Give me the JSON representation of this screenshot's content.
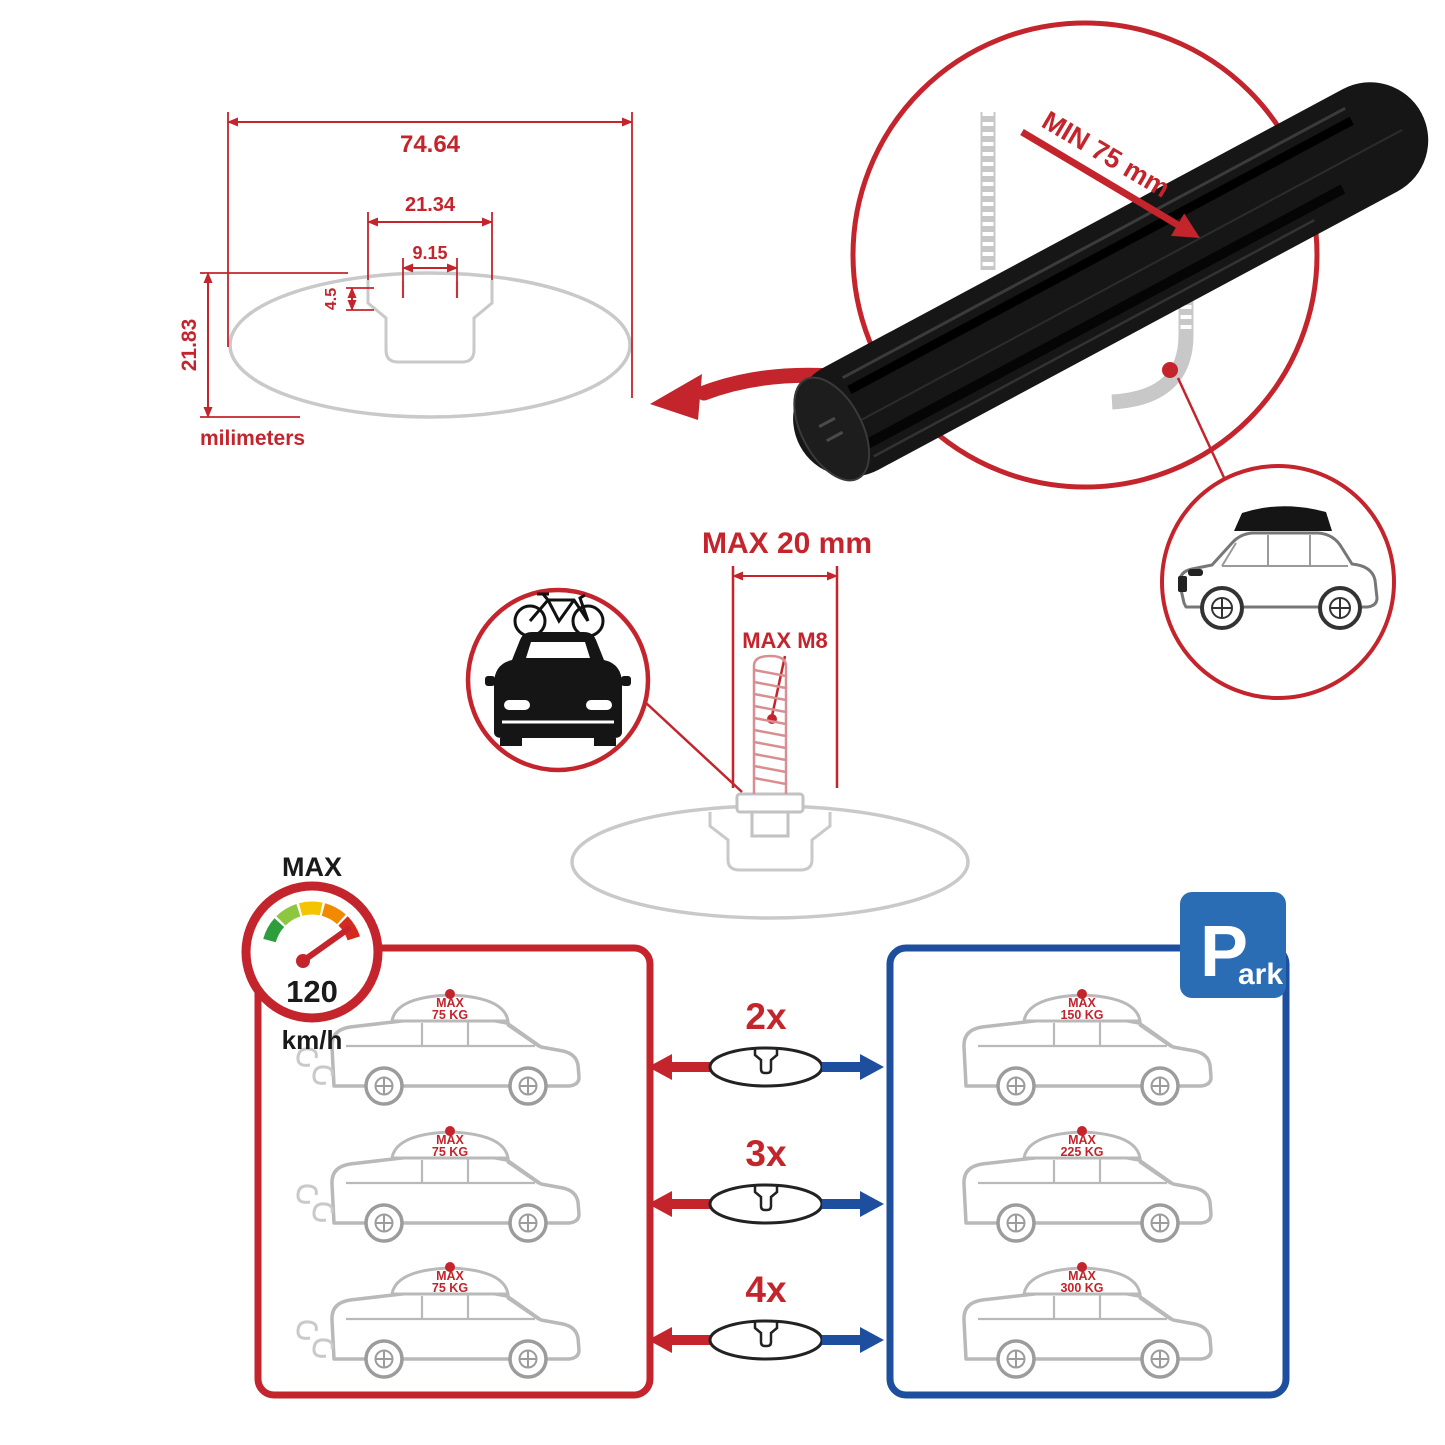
{
  "colors": {
    "accent_red": "#c4242b",
    "box_blue": "#1d4f9e",
    "park_sign_blue": "#2a6db5",
    "drawing_gray": "#c9c9c9",
    "bar_black": "#161616",
    "gauge_segments": [
      "#2e9e3c",
      "#8dc63f",
      "#f5c400",
      "#f18a00",
      "#d52b1e"
    ]
  },
  "profile": {
    "total_width": "74.64",
    "top_width": "21.34",
    "inner_width": "9.15",
    "lip_depth": "4.5",
    "height": "21.83",
    "units": "milimeters"
  },
  "clamp": {
    "min_grip": "MIN 75 mm"
  },
  "bolt": {
    "max_length": "MAX 20 mm",
    "max_thread": "MAX M8"
  },
  "speed": {
    "label": "MAX",
    "value": "120",
    "unit": "km/h"
  },
  "rows": [
    {
      "multiplier": "2x",
      "single_label": "MAX",
      "single_value": "75 KG",
      "combined_label": "MAX",
      "combined_value": "150 KG"
    },
    {
      "multiplier": "3x",
      "single_label": "MAX",
      "single_value": "75 KG",
      "combined_label": "MAX",
      "combined_value": "225 KG"
    },
    {
      "multiplier": "4x",
      "single_label": "MAX",
      "single_value": "75 KG",
      "combined_label": "MAX",
      "combined_value": "300 KG"
    }
  ],
  "park": {
    "letter": "P",
    "suffix": "ark"
  }
}
